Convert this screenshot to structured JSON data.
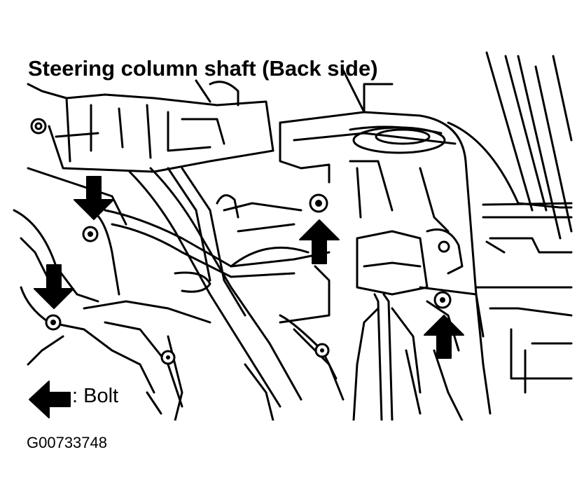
{
  "title": "Steering column shaft (Back side)",
  "legend": {
    "icon": "arrow-left-icon",
    "label": ": Bolt"
  },
  "figure_id": "G00733748",
  "colors": {
    "ink": "#000000",
    "paper": "#ffffff"
  }
}
